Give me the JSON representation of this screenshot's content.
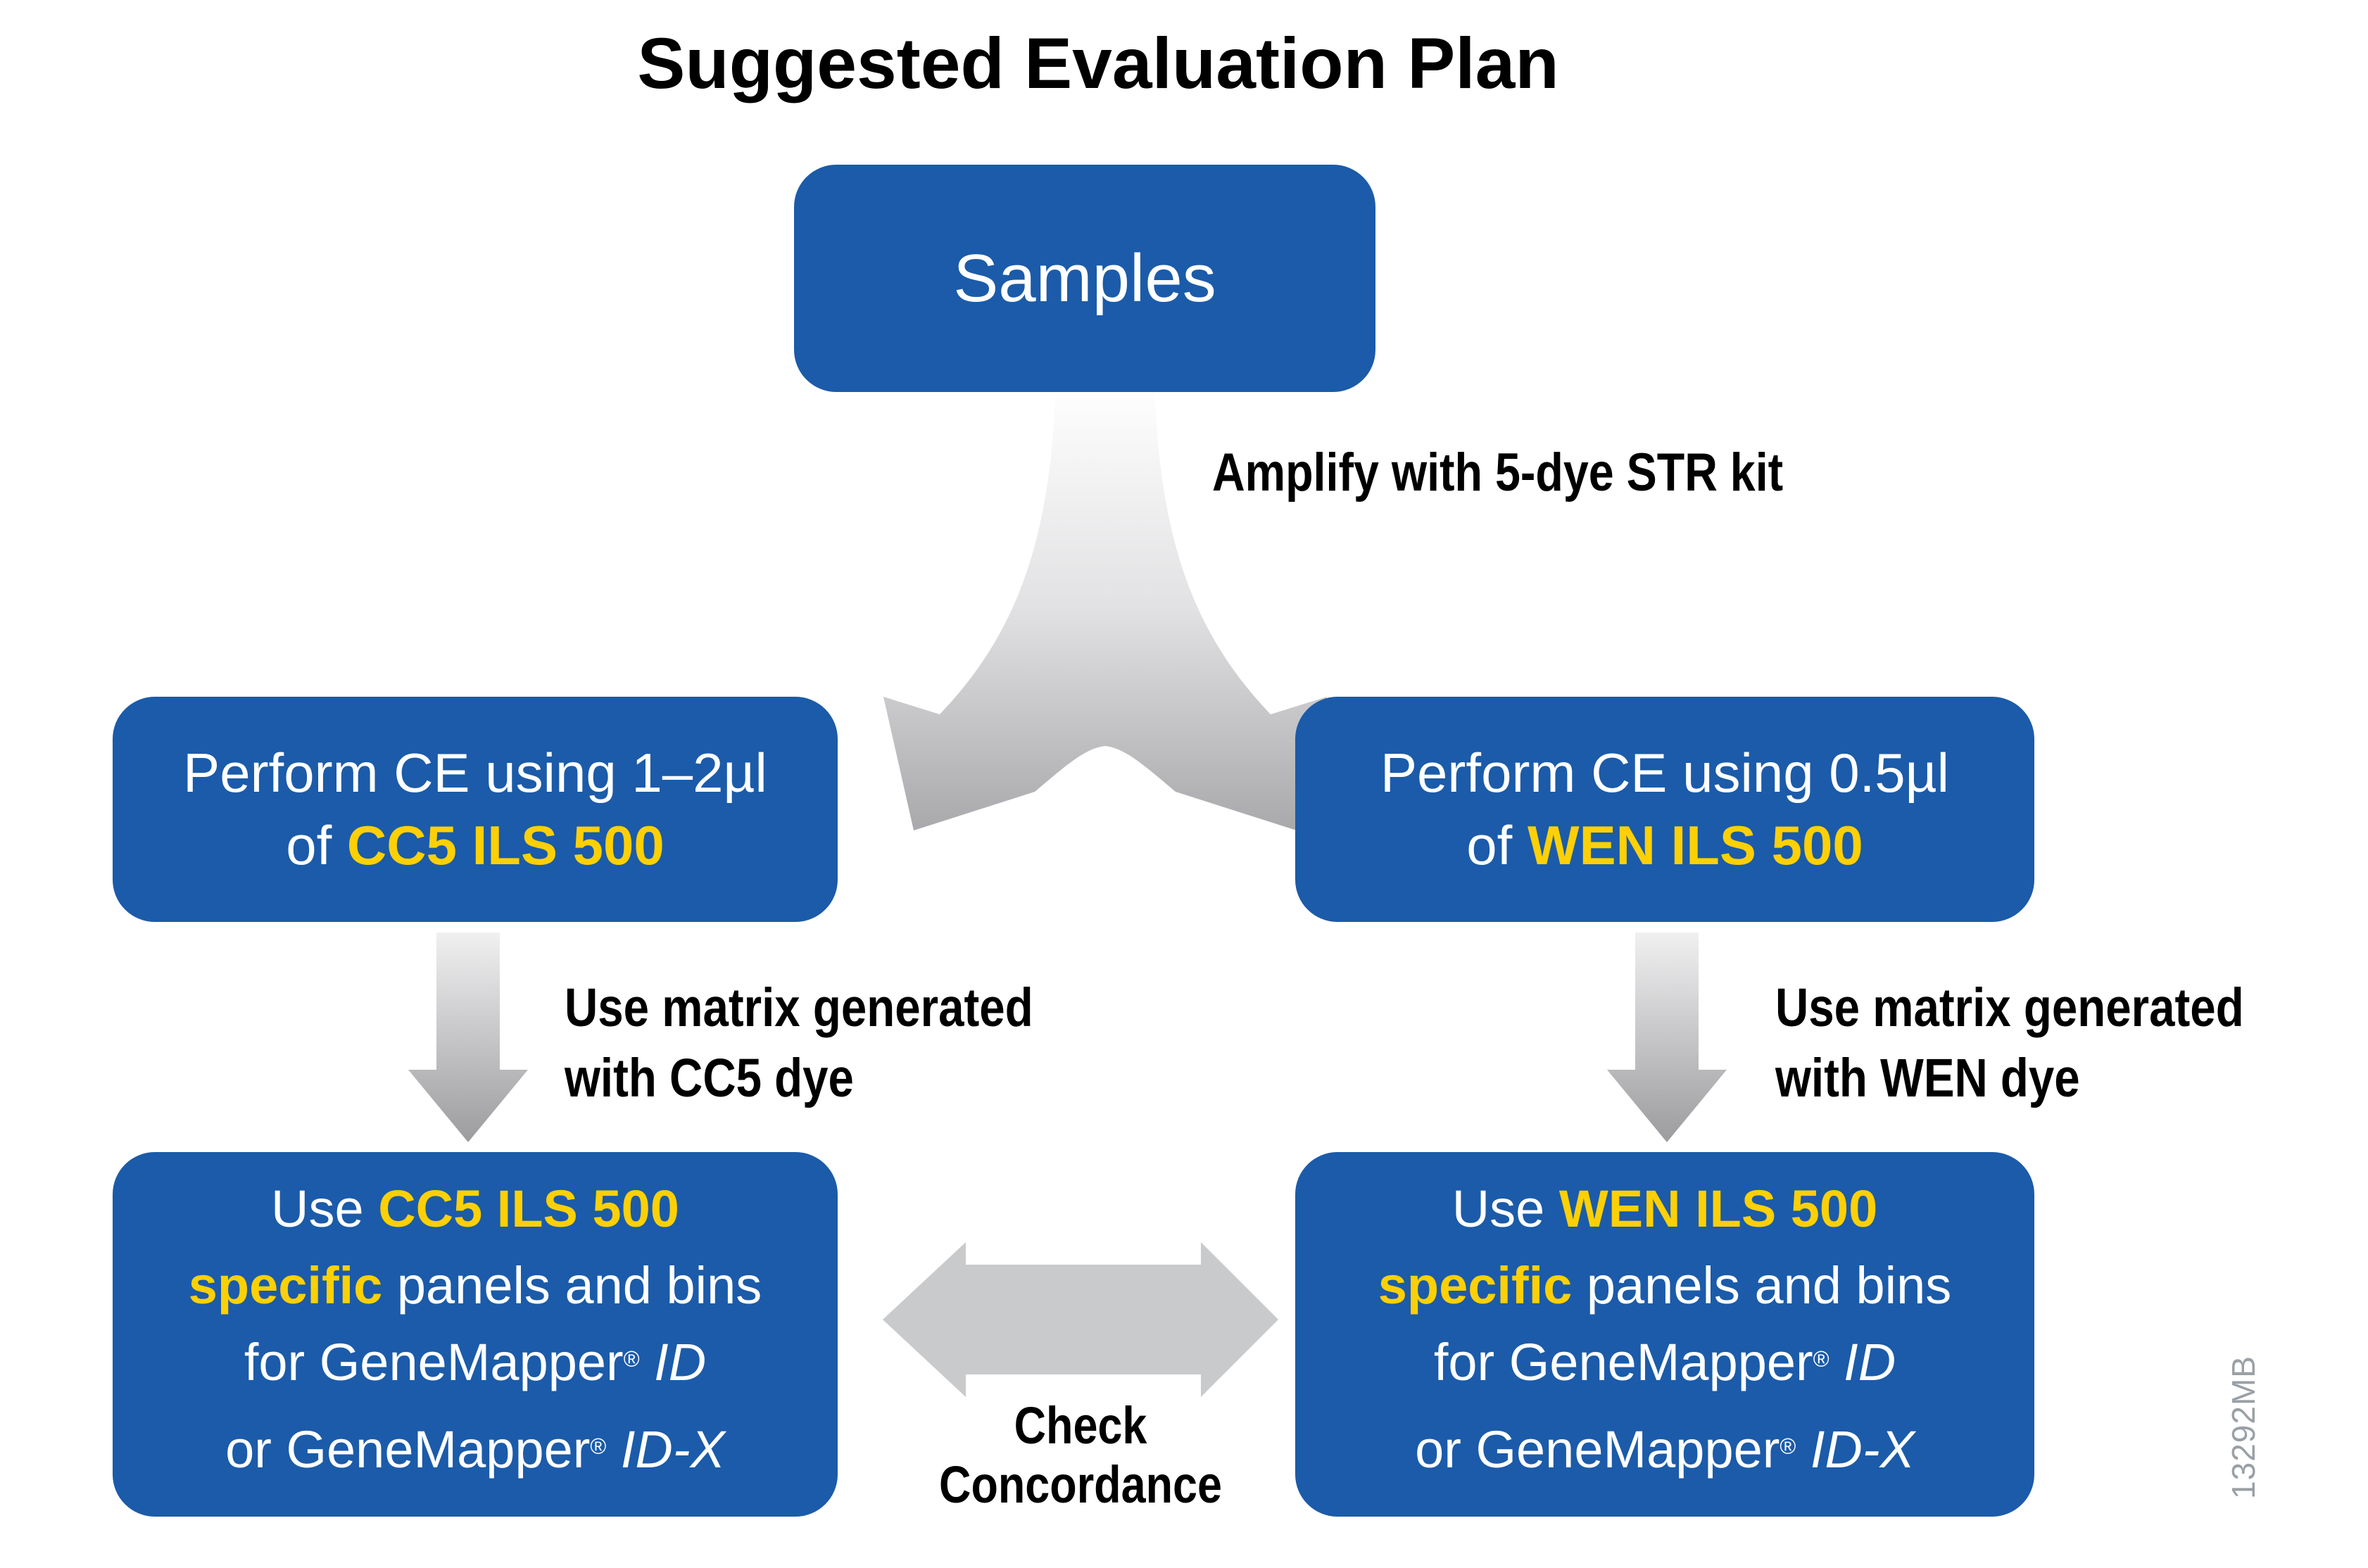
{
  "title": "Suggested Evaluation Plan",
  "colors": {
    "box_blue": "#1b5ba9",
    "hl_yellow": "#fdd006",
    "arrow_flat": "#c9cacc",
    "grad_light": "#ffffff",
    "grad_mid": "#e2e2e4",
    "grad_dark": "#a9a9ac",
    "down_light": "#f0f0f1",
    "down_dark": "#9c9c9f",
    "fig_gray": "#9aa0a5",
    "label_black": "#000000"
  },
  "nodes": {
    "samples": {
      "label": "Samples"
    },
    "ce_left": {
      "line1": "Perform CE using 1–2µl",
      "of": "of ",
      "highlight": "CC5 ILS 500"
    },
    "ce_right": {
      "line1": "Perform CE using 0.5µl",
      "of": "of ",
      "highlight": "WEN ILS 500"
    },
    "panels_left": {
      "use": "Use ",
      "name": "CC5 ILS 500",
      "specific": "specific",
      "panels": " panels and bins",
      "for": "for GeneMapper",
      "id": " ID",
      "or": "or GeneMapper",
      "idx": " ID-X"
    },
    "panels_right": {
      "use": "Use ",
      "name": "WEN ILS 500",
      "specific": "specific",
      "panels": " panels and bins",
      "for": "for GeneMapper",
      "id": " ID",
      "or": "or GeneMapper",
      "idx": " ID-X"
    }
  },
  "symbols": {
    "registered": "®"
  },
  "labels": {
    "amplify": "Amplify with 5-dye STR kit",
    "matrix_left": {
      "line1": "Use matrix generated",
      "line2": "with CC5 dye"
    },
    "matrix_right": {
      "line1": "Use matrix generated",
      "line2": "with WEN dye"
    },
    "check": {
      "line1": "Check",
      "line2": "Concordance"
    }
  },
  "figure_id": "13292MB"
}
